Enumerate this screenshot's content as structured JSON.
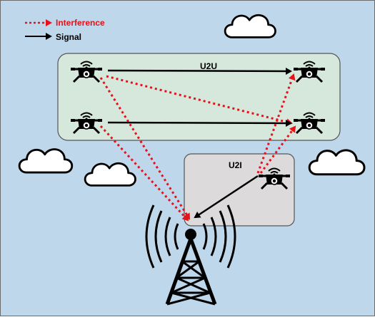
{
  "legend": {
    "interference_label": "Interference",
    "signal_label": "Signal"
  },
  "regions": {
    "u2u_label": "U2U",
    "u2i_label": "U2I"
  },
  "colors": {
    "background": "#bfd7ea",
    "u2u_fill": "#d6e8dc",
    "u2i_fill": "#dcdada",
    "interference": "#e8101a",
    "signal": "#000000"
  },
  "icons": {
    "uav": "drone-icon",
    "base_station": "cell-tower-icon",
    "cloud": "cloud-icon"
  }
}
